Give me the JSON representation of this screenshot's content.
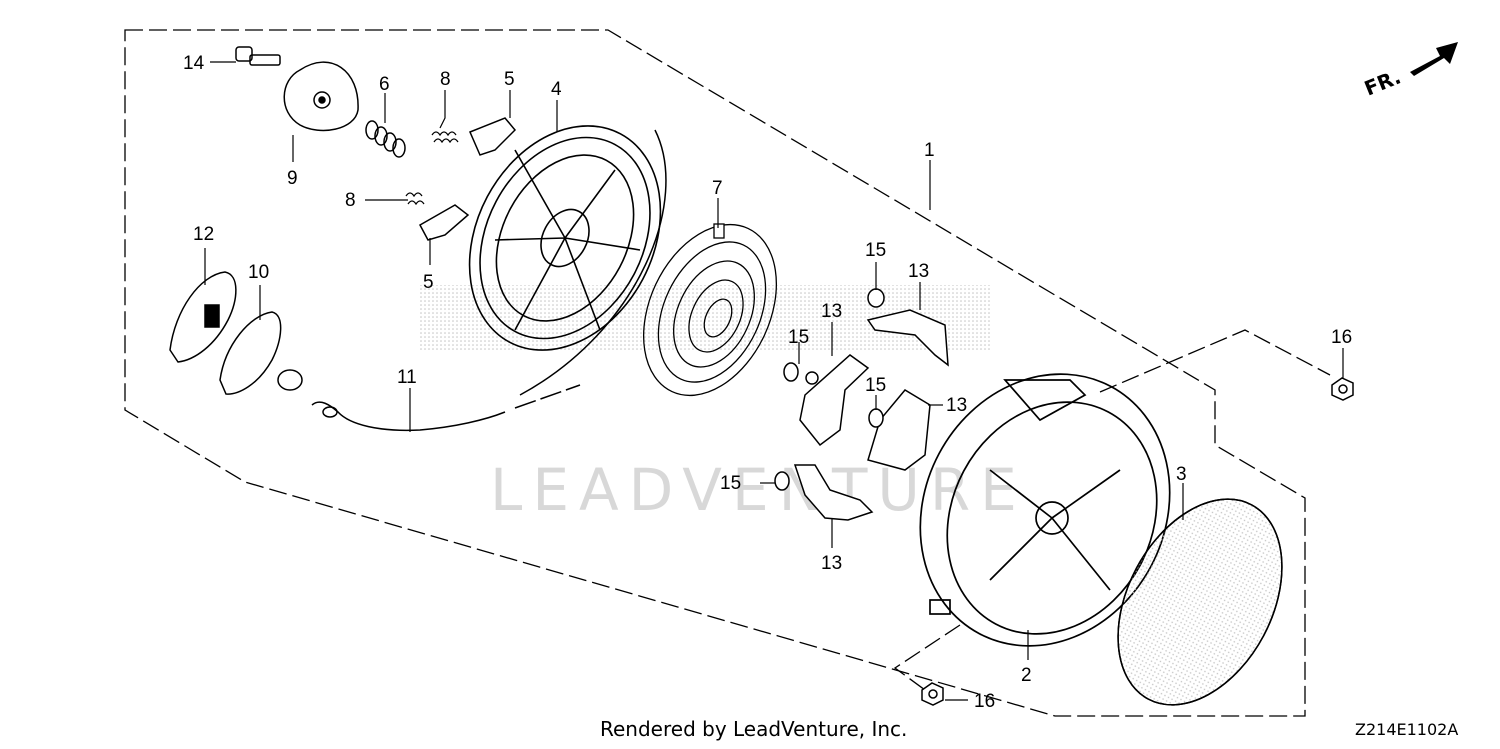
{
  "diagram": {
    "direction_label": "FR.",
    "watermark_text": "LEADVENTURE",
    "rendered_by": "Rendered by LeadVenture, Inc.",
    "diagram_code": "Z214E1102A",
    "callouts": {
      "c1": "1",
      "c2": "2",
      "c3": "3",
      "c4": "4",
      "c5a": "5",
      "c5b": "5",
      "c6": "6",
      "c7": "7",
      "c8a": "8",
      "c8b": "8",
      "c9": "9",
      "c10": "10",
      "c11": "11",
      "c12": "12",
      "c13a": "13",
      "c13b": "13",
      "c13c": "13",
      "c13d": "13",
      "c14": "14",
      "c15a": "15",
      "c15b": "15",
      "c15c": "15",
      "c15d": "15",
      "c16a": "16",
      "c16b": "16"
    }
  }
}
